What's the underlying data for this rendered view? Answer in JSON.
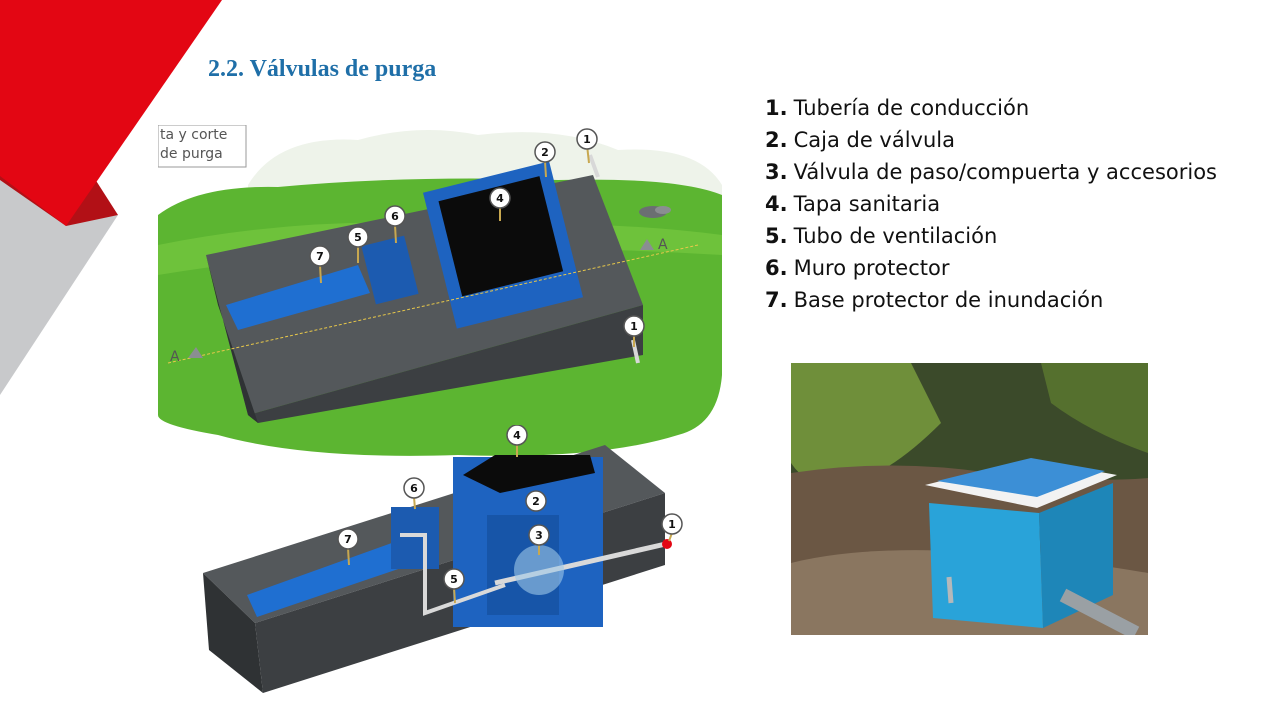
{
  "slide": {
    "title": "2.2. Válvulas de purga"
  },
  "figure_top": {
    "cut_label_line1": "ta y corte",
    "cut_label_line2": "de purga",
    "section_left": "A",
    "section_right": "A",
    "callouts": [
      "1",
      "2",
      "4",
      "6",
      "5",
      "7",
      "1"
    ]
  },
  "figure_bottom": {
    "callouts": [
      "4",
      "2",
      "3",
      "6",
      "7",
      "5",
      "1"
    ]
  },
  "legend": [
    {
      "num": "1.",
      "text": "Tubería de conducción"
    },
    {
      "num": "2.",
      "text": "Caja de válvula"
    },
    {
      "num": "3.",
      "text": "Válvula de paso/compuerta y accesorios"
    },
    {
      "num": "4.",
      "text": "Tapa sanitaria"
    },
    {
      "num": "5.",
      "text": "Tubo de ventilación"
    },
    {
      "num": "6.",
      "text": "Muro protector"
    },
    {
      "num": "7.",
      "text": "Base protector de inundación"
    }
  ],
  "colors": {
    "accent_red": "#e30613",
    "accent_gray": "#c8c9cb",
    "title_blue": "#1f6fa8",
    "box_blue": "#1e63c0",
    "concrete": "#4a4d50",
    "grass": "#5cb531"
  }
}
